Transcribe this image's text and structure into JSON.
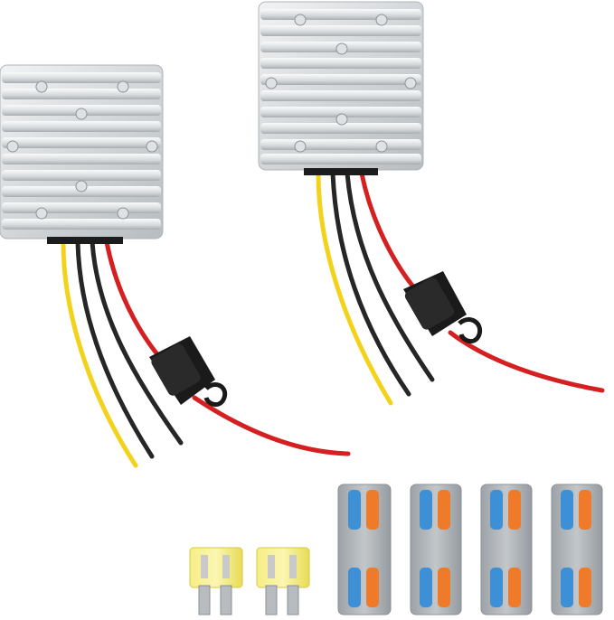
{
  "scene": {
    "background": "#ffffff",
    "colors": {
      "aluminum": "#cfd3d6",
      "aluminum_light": "#eceef0",
      "aluminum_dark": "#9aa0a5",
      "wire_yellow": "#f2d21a",
      "wire_black": "#262626",
      "wire_red": "#d42020",
      "fuse_holder": "#1a1a1a",
      "mini_fuse": "#f3ea6a",
      "connector_gray": "#a7adb2",
      "lever_blue": "#3d8fd6",
      "lever_orange": "#ee7a2a"
    },
    "objects": {
      "converters": 2,
      "mini_fuses": 2,
      "lever_connectors": 4
    }
  }
}
